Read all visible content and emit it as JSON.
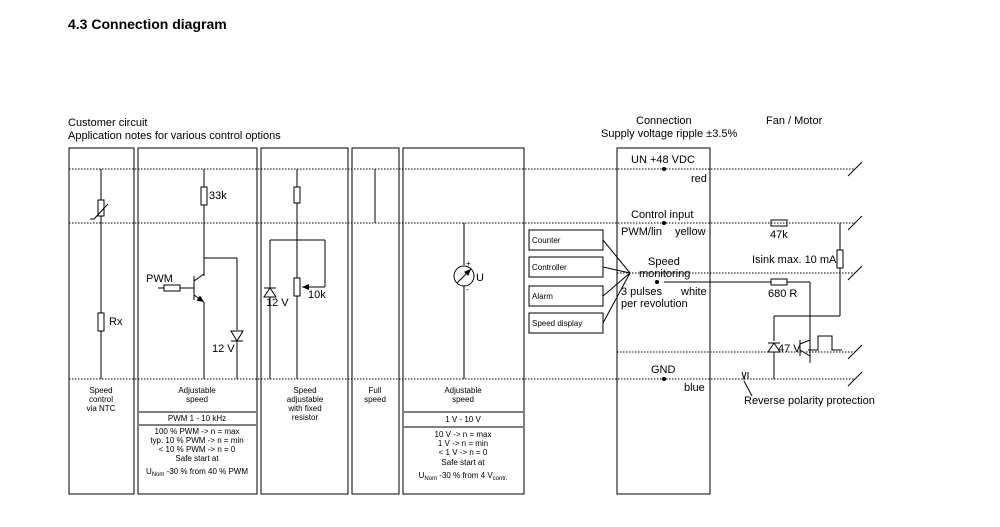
{
  "section_title": "4.3 Connection diagram",
  "customer": {
    "line1": "Customer circuit",
    "line2": "Application notes for various control options"
  },
  "connection": {
    "title": "Connection",
    "ripple": "Supply voltage ripple ±3.5%",
    "un": "UN +48 VDC",
    "red": "red",
    "control_input": "Control input",
    "pwm_lin": "PWM/lin",
    "yellow": "yellow",
    "speed": "Speed",
    "monitoring": "monitoring",
    "pulses": "3 pulses",
    "white": "white",
    "per_rev": "per revolution",
    "gnd": "GND",
    "blue": "blue"
  },
  "fan": {
    "title": "Fan / Motor",
    "r47k": "47k",
    "isink": "Isink max. 10 mA",
    "r680": "680 R",
    "z47": "47 V",
    "reverse": "Reverse polarity protection"
  },
  "outputs": [
    "Counter",
    "Controller",
    "Alarm",
    "Speed display"
  ],
  "col1": {
    "rx": "Rx",
    "cap": [
      "Speed",
      "control",
      "via NTC"
    ]
  },
  "col2": {
    "r33k": "33k",
    "pwm": "PWM",
    "z12": "12 V",
    "cap": [
      "Adjustable",
      "speed"
    ],
    "range": "PWM 1 - 10 kHz",
    "notes": [
      "100 % PWM -> n = max",
      "typ. 10 % PWM -> n = min",
      "< 10 % PWM -> n = 0",
      "Safe start at"
    ],
    "unom_u": "U",
    "unom_sub": "Nom",
    "unom_rest": " -30 % from 40 % PWM"
  },
  "col3": {
    "z12": "12 V",
    "pot": "10k",
    "cap": [
      "Speed",
      "adjustable",
      "with fixed",
      "resistor"
    ]
  },
  "col4": {
    "cap": [
      "Full",
      "speed"
    ]
  },
  "col5": {
    "u": "U",
    "cap": [
      "Adjustable",
      "speed"
    ],
    "range": "1 V - 10 V",
    "notes": [
      "10 V -> n = max",
      "1 V -> n = min",
      "< 1 V -> n = 0",
      "Safe start at"
    ],
    "unom_u": "U",
    "unom_sub": "Nom",
    "unom_rest": " -30 % from 4 V",
    "contr": "contr."
  }
}
